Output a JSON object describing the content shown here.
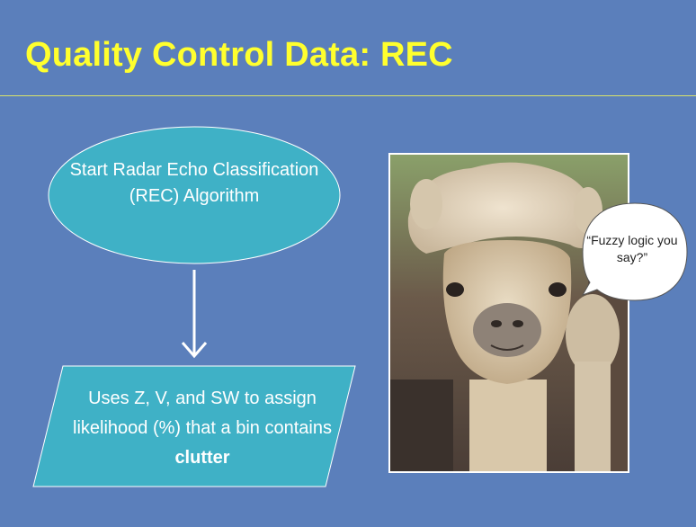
{
  "slide": {
    "title": "Quality Control Data: REC",
    "start_box": "Start Radar Echo Classification (REC) Algorithm",
    "process_prefix": "Uses Z, V, and SW to assign likelihood (%) that a bin contains ",
    "process_bold": "clutter",
    "speech_bubble": "“Fuzzy logic you say?”",
    "photo_subject": "alpaca-photo"
  },
  "colors": {
    "background": "#5b7fbb",
    "title": "#ffff2e",
    "shape_fill": "#3fb1c6"
  }
}
